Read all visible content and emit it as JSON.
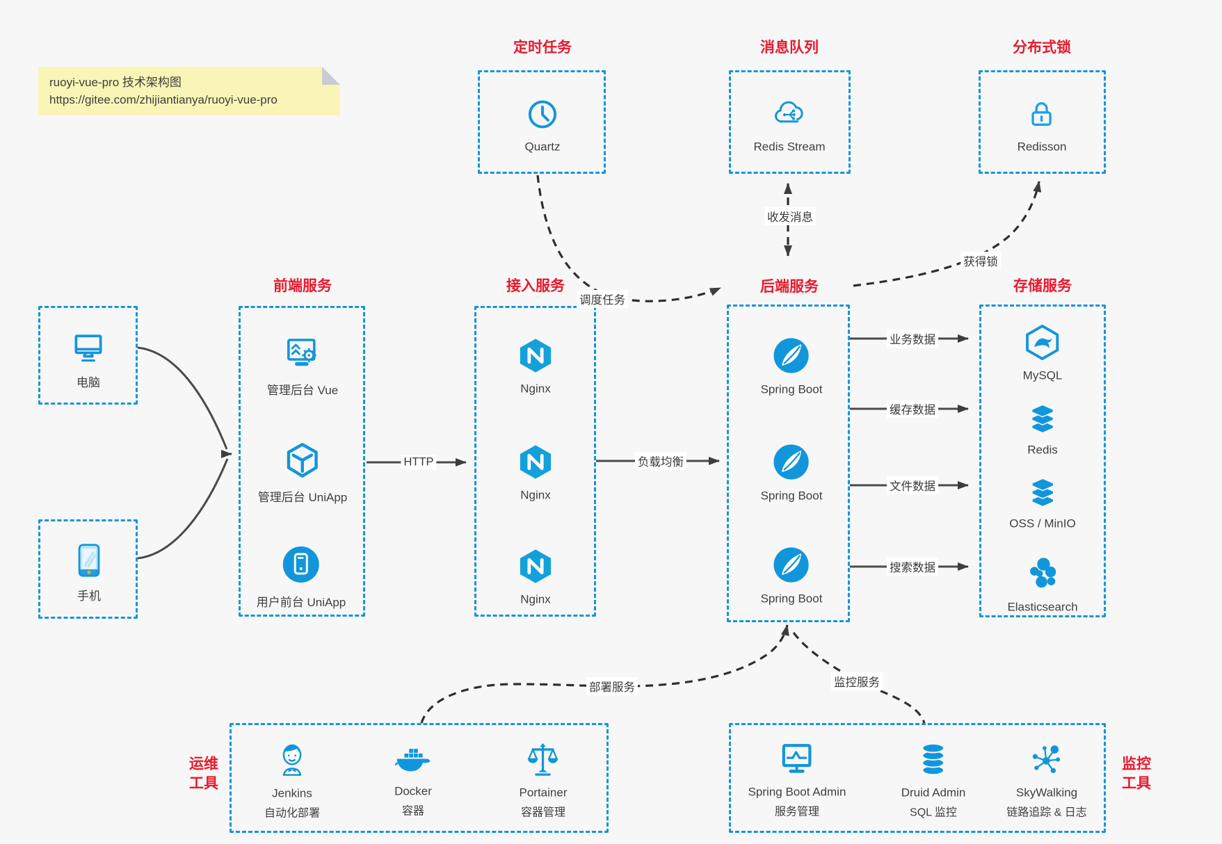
{
  "colors": {
    "accent_blue": "#1296db",
    "title_red": "#e8192d",
    "arrow_dark": "#3d3d3d",
    "note_bg": "#f9f5b6",
    "background": "#f7f7f7"
  },
  "note": {
    "line1": "ruoyi-vue-pro 技术架构图",
    "line2": "https://gitee.com/zhijiantianya/ruoyi-vue-pro"
  },
  "top_groups": [
    {
      "title": "定时任务",
      "node": {
        "label": "Quartz",
        "icon": "clock-icon"
      }
    },
    {
      "title": "消息队列",
      "node": {
        "label": "Redis Stream",
        "icon": "cloud-stream-icon"
      }
    },
    {
      "title": "分布式锁",
      "node": {
        "label": "Redisson",
        "icon": "lock-icon"
      }
    }
  ],
  "clients": [
    {
      "label": "电脑",
      "icon": "desktop-icon"
    },
    {
      "label": "手机",
      "icon": "phone-icon"
    }
  ],
  "columns": [
    {
      "title": "前端服务",
      "items": [
        {
          "label": "管理后台 Vue",
          "icon": "admin-vue-icon"
        },
        {
          "label": "管理后台 UniApp",
          "icon": "cube-icon"
        },
        {
          "label": "用户前台 UniApp",
          "icon": "user-app-icon"
        }
      ]
    },
    {
      "title": "接入服务",
      "items": [
        {
          "label": "Nginx",
          "icon": "nginx-icon"
        },
        {
          "label": "Nginx",
          "icon": "nginx-icon"
        },
        {
          "label": "Nginx",
          "icon": "nginx-icon"
        }
      ]
    },
    {
      "title": "后端服务",
      "items": [
        {
          "label": "Spring Boot",
          "icon": "spring-leaf-icon"
        },
        {
          "label": "Spring Boot",
          "icon": "spring-leaf-icon"
        },
        {
          "label": "Spring Boot",
          "icon": "spring-leaf-icon"
        }
      ]
    },
    {
      "title": "存储服务",
      "items": [
        {
          "label": "MySQL",
          "icon": "mysql-dolphin-icon"
        },
        {
          "label": "Redis",
          "icon": "redis-stack-icon"
        },
        {
          "label": "OSS / MinIO",
          "icon": "redis-stack-icon"
        },
        {
          "label": "Elasticsearch",
          "icon": "elasticsearch-cluster-icon"
        }
      ]
    }
  ],
  "edges": {
    "http": "HTTP",
    "load_balance": "负载均衡",
    "schedule": "调度任务",
    "messages": "收发消息",
    "lock": "获得锁",
    "data_links": [
      "业务数据",
      "缓存数据",
      "文件数据",
      "搜索数据"
    ],
    "deploy": "部署服务",
    "monitor": "监控服务"
  },
  "bottom_groups": [
    {
      "title_lines": [
        "运维",
        "工具"
      ],
      "items": [
        {
          "label": "Jenkins",
          "sub": "自动化部署",
          "icon": "jenkins-butler-icon"
        },
        {
          "label": "Docker",
          "sub": "容器",
          "icon": "docker-whale-icon"
        },
        {
          "label": "Portainer",
          "sub": "容器管理",
          "icon": "scales-icon"
        }
      ]
    },
    {
      "title_lines": [
        "监控",
        "工具"
      ],
      "items": [
        {
          "label": "Spring Boot Admin",
          "sub": "服务管理",
          "icon": "monitor-chart-icon"
        },
        {
          "label": "Druid Admin",
          "sub": "SQL 监控",
          "icon": "database-icon"
        },
        {
          "label": "SkyWalking",
          "sub": "链路追踪 & 日志",
          "icon": "topology-icon"
        }
      ]
    }
  ]
}
